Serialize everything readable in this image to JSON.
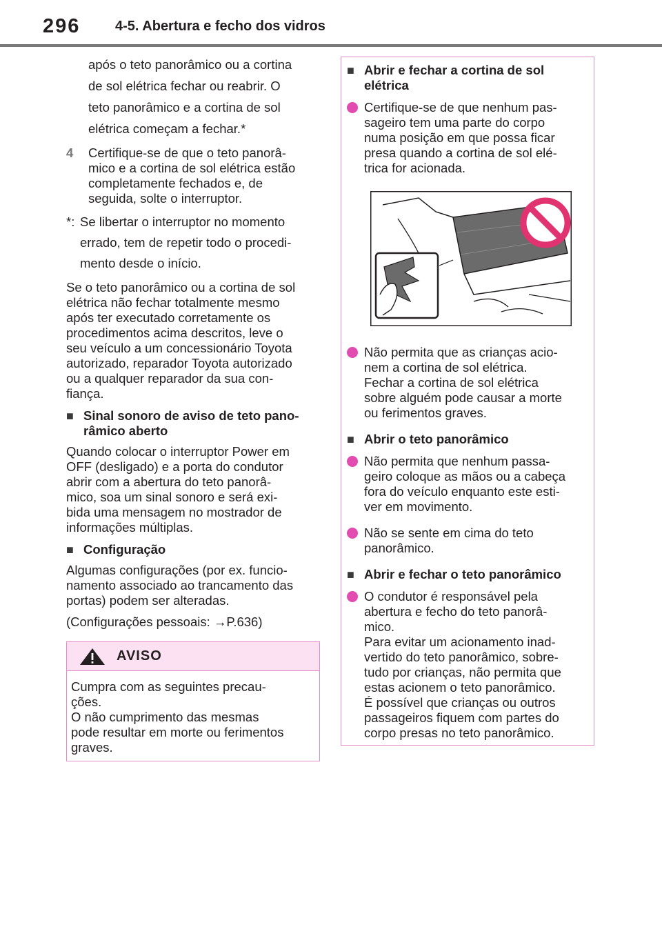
{
  "header": {
    "page_number": "296",
    "section_title": "4-5. Abertura e fecho dos vidros"
  },
  "left": {
    "cont_lines": [
      "após o teto panorâmico ou a cortina",
      "de sol elétrica fechar ou reabrir. O",
      "teto panorâmico e a cortina de sol",
      "elétrica começam a fechar.*"
    ],
    "step4": {
      "num": "4",
      "lines": [
        "Certifique-se de que o teto panorâ-",
        "mico e a cortina de sol elétrica estão",
        "completamente fechados e, de",
        "seguida, solte o interruptor."
      ]
    },
    "footnote": {
      "mark": "*:",
      "lines": [
        "Se libertar o interruptor no momento",
        "errado, tem de repetir todo o procedi-",
        "mento desde o início."
      ]
    },
    "para1": [
      "Se o teto panorâmico ou a cortina de sol",
      "elétrica não fechar totalmente mesmo",
      "após ter executado corretamente os",
      "procedimentos acima descritos, leve o",
      "seu veículo a um concessionário Toyota",
      "autorizado, reparador Toyota autorizado",
      "ou a qualquer reparador da sua con-",
      "fiança."
    ],
    "heading1": [
      "Sinal sonoro de aviso de teto pano-",
      "râmico aberto"
    ],
    "para2": [
      "Quando colocar o interruptor Power em",
      "OFF (desligado) e a porta do condutor",
      "abrir com a abertura do teto panorâ-",
      "mico, soa um sinal sonoro e será exi-",
      "bida uma mensagem no mostrador de",
      "informações múltiplas."
    ],
    "heading2": "Configuração",
    "para3": [
      "Algumas configurações (por ex. funcio-",
      "namento associado ao trancamento das",
      "portas) podem ser alteradas."
    ],
    "para4": "(Configurações pessoais: →P.636)"
  },
  "warning": {
    "title": "AVISO",
    "lines": [
      "Cumpra com as seguintes precau-",
      "ções.",
      "O não cumprimento das mesmas",
      "pode resultar em morte ou ferimentos",
      "graves."
    ]
  },
  "right": {
    "h1": [
      "Abrir e fechar a cortina de sol",
      "elétrica"
    ],
    "b1": [
      "Certifique-se de que nenhum pas-",
      "sageiro tem uma parte do corpo",
      "numa posição em que possa ficar",
      "presa quando a cortina de sol elé-",
      "trica for acionada."
    ],
    "b2": [
      "Não permita que as crianças acio-",
      "nem a cortina de sol elétrica.",
      "Fechar a cortina de sol elétrica",
      "sobre alguém pode causar a morte",
      "ou ferimentos graves."
    ],
    "h2": "Abrir o teto panorâmico",
    "b3": [
      "Não permita que nenhum passa-",
      "geiro coloque as mãos ou a cabeça",
      "fora do veículo enquanto este esti-",
      "ver em movimento."
    ],
    "b4": [
      "Não se sente em cima do teto",
      "panorâmico."
    ],
    "h3": "Abrir e fechar o teto panorâmico",
    "b5": [
      "O condutor é responsável pela",
      "abertura e fecho do teto panorâ-",
      "mico.",
      "Para evitar um acionamento inad-",
      "vertido do teto panorâmico, sobre-",
      "tudo por crianças, não permita que",
      "estas acionem o teto panorâmico.",
      "É possível que crianças ou outros",
      "passageiros fiquem com partes do",
      "corpo presas no teto panorâmico."
    ]
  },
  "colors": {
    "accent_pink": "#e24bb0",
    "box_border": "#e58ac8",
    "warning_fill": "#fbe1f1",
    "prohibit_red": "#e0336f",
    "rule_gray": "#7a7a7a"
  },
  "icons": [
    "warning-triangle-icon",
    "prohibition-icon"
  ]
}
